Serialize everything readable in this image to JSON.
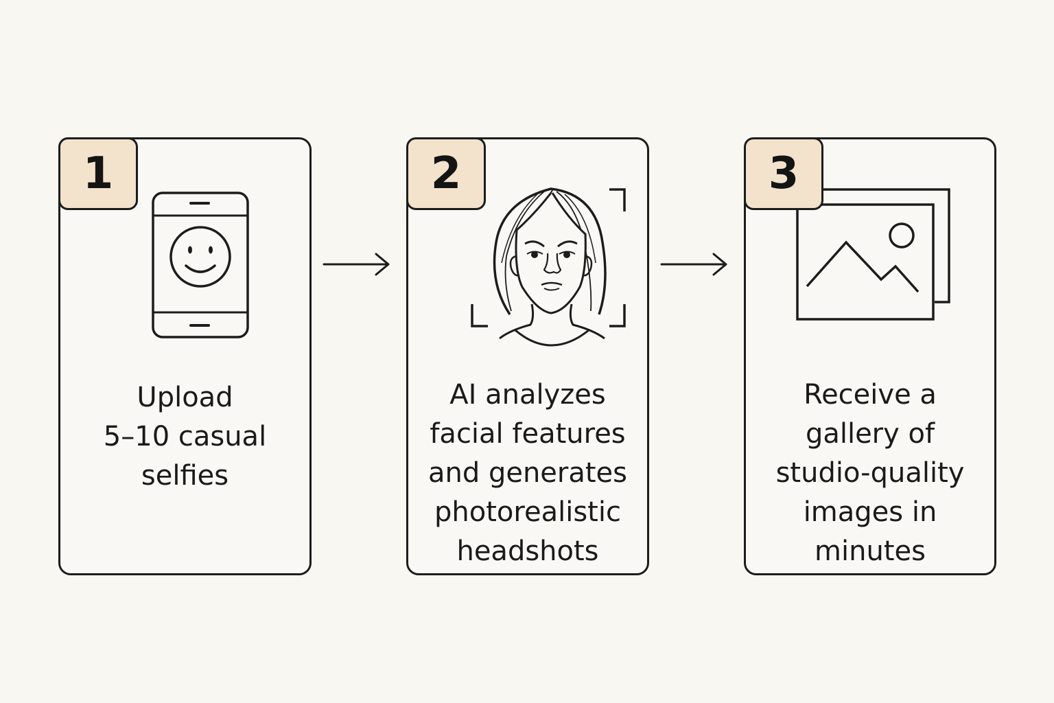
{
  "steps": [
    {
      "number": "1",
      "icon": "smartphone-smiley-icon",
      "lines": [
        "Upload",
        "5–10 casual",
        "selfies"
      ]
    },
    {
      "number": "2",
      "icon": "face-scan-icon",
      "lines": [
        "AI analyzes",
        "facial features",
        "and generates",
        "photorealistic",
        "headshots"
      ]
    },
    {
      "number": "3",
      "icon": "image-gallery-icon",
      "lines": [
        "Receive a",
        "gallery of",
        "studio-quality",
        "images in",
        "minutes"
      ]
    }
  ],
  "connectors": [
    "arrow-right",
    "arrow-right"
  ],
  "colors": {
    "background": "#f9f7f2",
    "badge_fill": "#f3e3cc",
    "stroke": "#1c1c1c"
  }
}
